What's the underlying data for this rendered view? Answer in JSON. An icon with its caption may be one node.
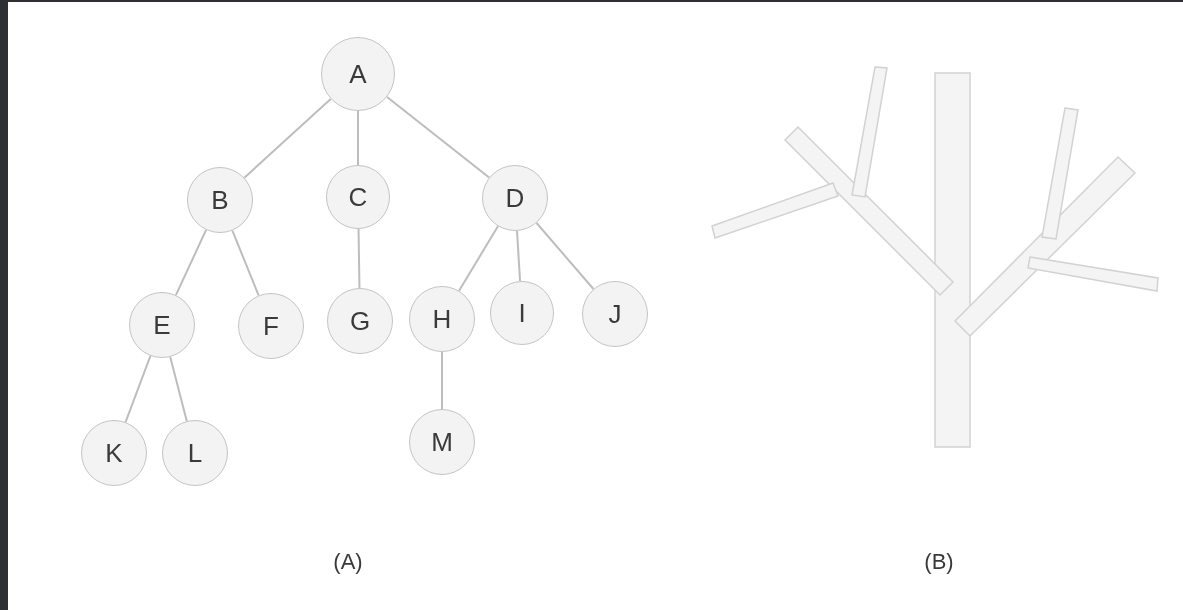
{
  "diagram": {
    "nodes": [
      {
        "text": [
          "A"
        ]
      },
      {
        "text": [
          "B"
        ]
      },
      {
        "text": [
          "C"
        ]
      },
      {
        "text": [
          "D"
        ]
      },
      {
        "text": [
          "E"
        ]
      },
      {
        "text": [
          "F"
        ]
      },
      {
        "text": [
          "G"
        ]
      },
      {
        "text": [
          "H"
        ]
      },
      {
        "text": [
          "I"
        ]
      },
      {
        "text": [
          "J"
        ]
      },
      {
        "text": [
          "K"
        ]
      },
      {
        "text": [
          "L"
        ]
      },
      {
        "text": [
          "M"
        ]
      }
    ],
    "edges": [
      {
        "from": 0,
        "to": 1,
        "arrow": "none"
      },
      {
        "from": 0,
        "to": 2,
        "arrow": "none"
      },
      {
        "from": 0,
        "to": 3,
        "arrow": "none"
      },
      {
        "from": 1,
        "to": 4,
        "arrow": "none"
      },
      {
        "from": 1,
        "to": 5,
        "arrow": "none"
      },
      {
        "from": 2,
        "to": 6,
        "arrow": "none"
      },
      {
        "from": 3,
        "to": 7,
        "arrow": "none"
      },
      {
        "from": 3,
        "to": 8,
        "arrow": "none"
      },
      {
        "from": 3,
        "to": 9,
        "arrow": "none"
      },
      {
        "from": 4,
        "to": 10,
        "arrow": "none"
      },
      {
        "from": 4,
        "to": 11,
        "arrow": "none"
      },
      {
        "from": 7,
        "to": 12,
        "arrow": "none"
      }
    ],
    "labels": [
      "(A)",
      "(B)"
    ]
  }
}
